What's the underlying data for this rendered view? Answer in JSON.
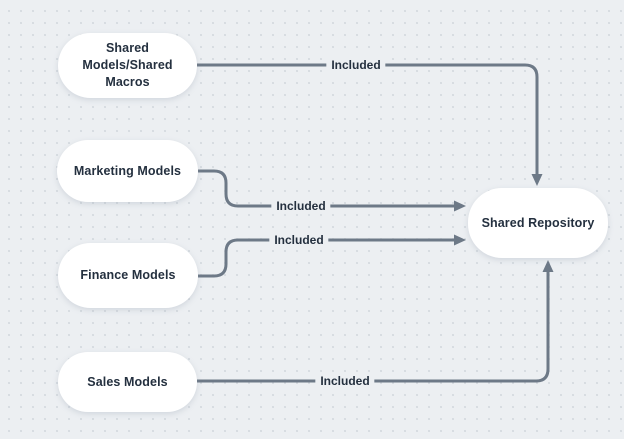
{
  "diagram": {
    "colors": {
      "background": "#eceff2",
      "dot_grid": "#d2d8dd",
      "edge": "#6d7987",
      "node_fill": "#ffffff",
      "text": "#24303f"
    },
    "nodes": [
      {
        "id": "shared-models",
        "label": "Shared Models/Shared Macros"
      },
      {
        "id": "marketing-models",
        "label": "Marketing Models"
      },
      {
        "id": "finance-models",
        "label": "Finance Models"
      },
      {
        "id": "sales-models",
        "label": "Sales Models"
      },
      {
        "id": "shared-repository",
        "label": "Shared Repository"
      }
    ],
    "edges": [
      {
        "from": "shared-models",
        "to": "shared-repository",
        "label": "Included"
      },
      {
        "from": "marketing-models",
        "to": "shared-repository",
        "label": "Included"
      },
      {
        "from": "finance-models",
        "to": "shared-repository",
        "label": "Included"
      },
      {
        "from": "sales-models",
        "to": "shared-repository",
        "label": "Included"
      }
    ]
  }
}
